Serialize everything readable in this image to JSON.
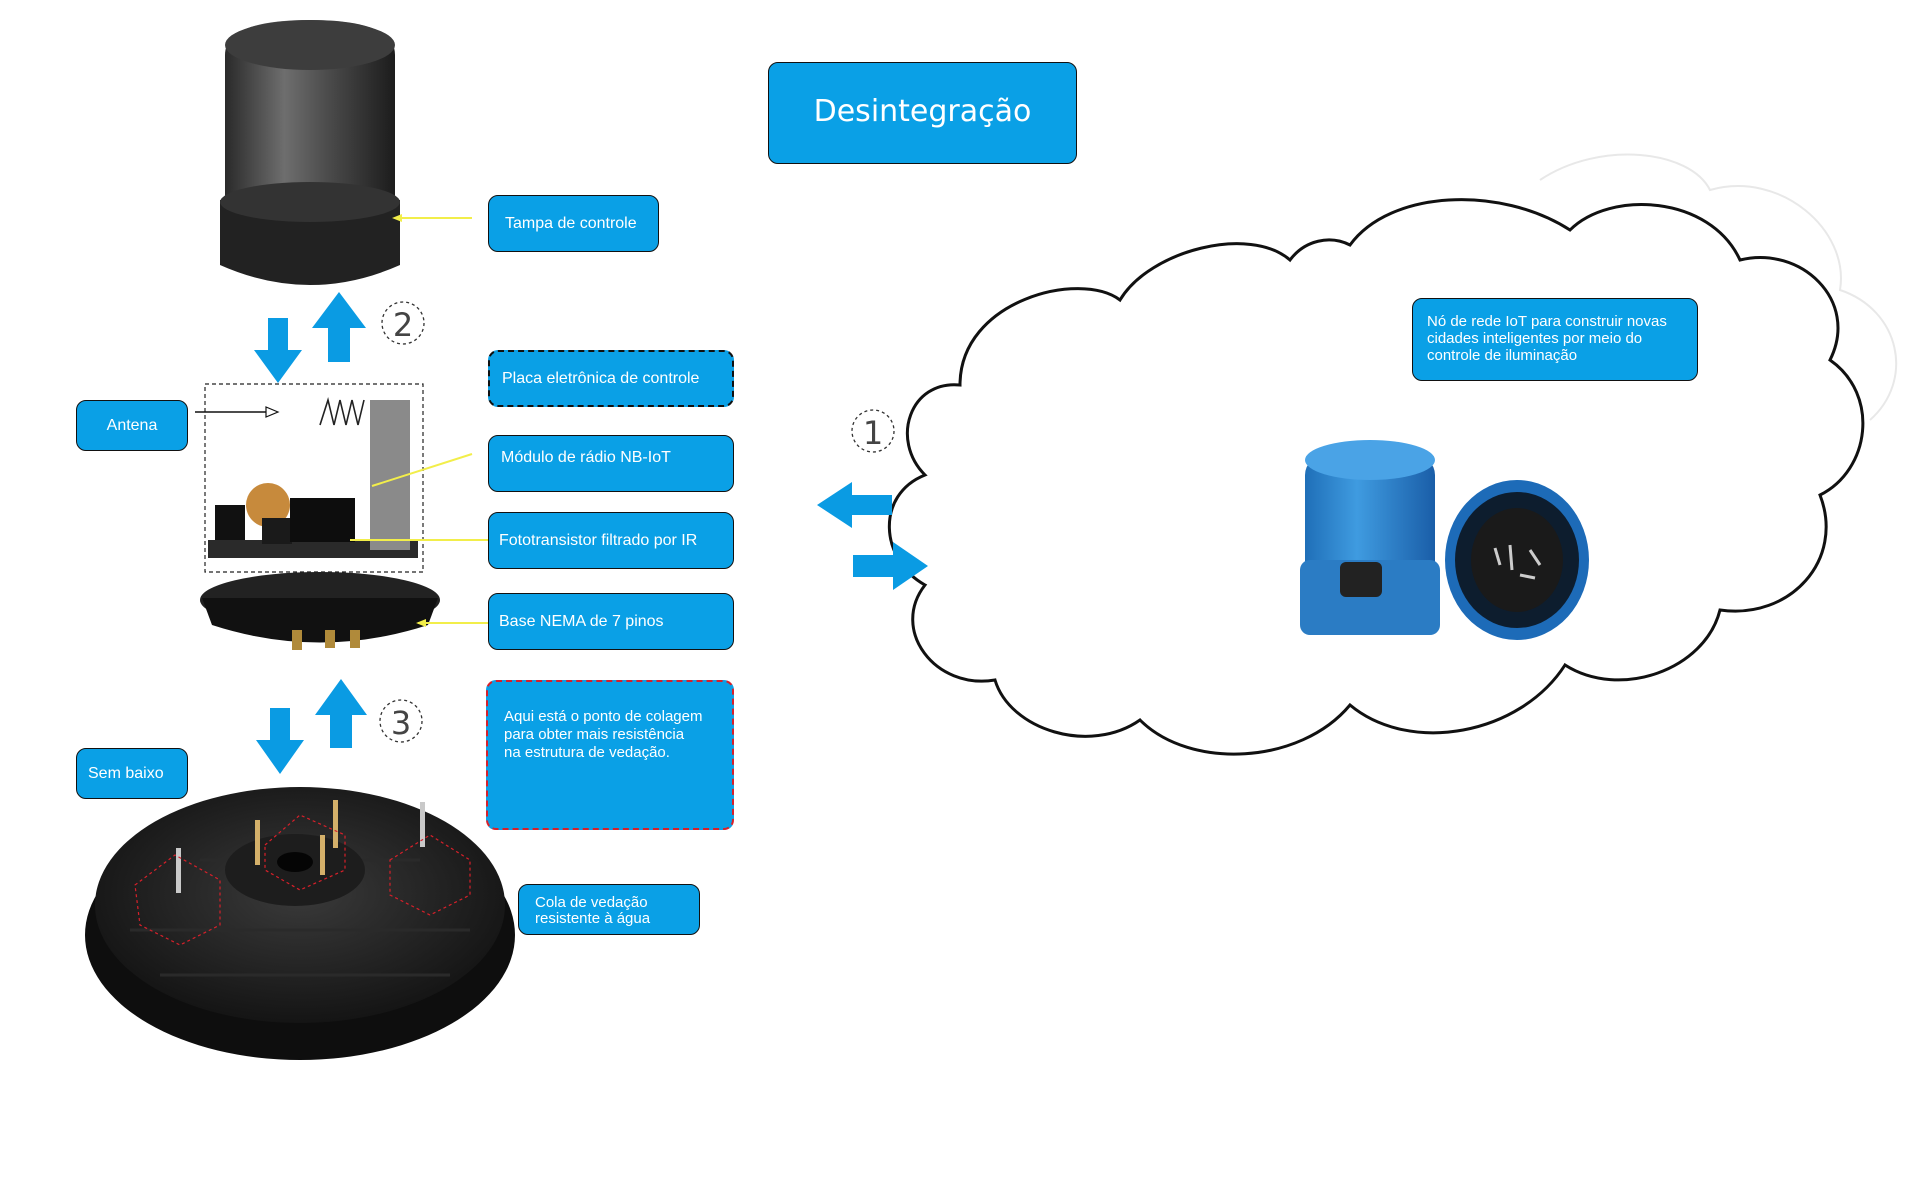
{
  "title": "Desintegração",
  "labels": {
    "tampa": "Tampa de controle",
    "antena": "Antena",
    "placa": "Placa eletrônica de controle",
    "modulo": "Módulo de rádio NB-IoT",
    "foto": "Fototransistor filtrado por IR",
    "base": "Base NEMA de 7 pinos",
    "sem_baixo": "Sem baixo",
    "colagem": "Aqui está o ponto de colagem\n para obter mais resistência\nna estrutura de vedação.",
    "cola": "Cola de vedação\nresistente à água",
    "cloud": "Nó de rede IoT para construir novas\ncidades inteligentes por meio do\ncontrole de iluminação"
  },
  "steps": [
    "1",
    "2",
    "3"
  ],
  "colors": {
    "label_fill": "#0aa0e6",
    "arrow_fill": "#0a9be3",
    "leader_line": "#f2ee4a",
    "glue_dash": "#d8202a"
  },
  "icons": [
    "arrow-up-icon",
    "arrow-down-icon",
    "arrow-left-icon",
    "arrow-right-icon",
    "cloud-shape",
    "photo-cover",
    "photo-board",
    "photo-base",
    "photo-product"
  ]
}
